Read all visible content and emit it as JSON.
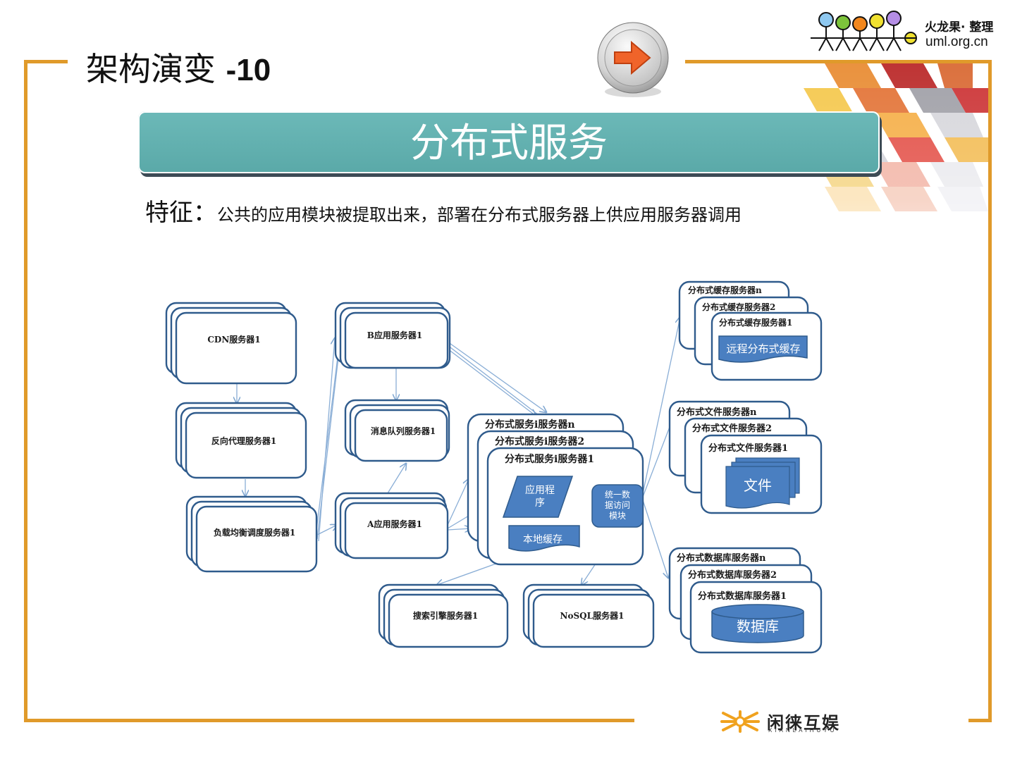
{
  "slide": {
    "title_cn": "架构演变",
    "title_num": "-10",
    "banner": "分布式服务",
    "feature_label": "特征：",
    "feature_text": "公共的应用模块被提取出来，部署在分布式服务器上供应用服务器调用"
  },
  "branding": {
    "logo_text": "火龙果· 整理",
    "logo_url": "uml.org.cn",
    "footer_brand": "闲徕互娱",
    "footer_brand_sub": "XIANLAIHUYU"
  },
  "diagram": {
    "cdn": "CDN服务器1",
    "reverse_proxy": "反向代理服务器1",
    "load_balancer": "负载均衡调度服务器1",
    "app_b": "B应用服务器1",
    "message_queue": "消息队列服务器1",
    "app_a": "A应用服务器1",
    "search_engine": "搜索引擎服务器1",
    "nosql": "NoSQL服务器1",
    "dist_service_n": "分布式服务i服务器n",
    "dist_service_2": "分布式服务i服务器2",
    "dist_service_1": "分布式服务i服务器1",
    "app_program": "应用程序",
    "local_cache": "本地缓存",
    "unified_data_access": "统一数据访问模块",
    "cache_n": "分布式缓存服务器n",
    "cache_2": "分布式缓存服务器2",
    "cache_1": "分布式缓存服务器1",
    "remote_cache": "远程分布式缓存",
    "file_n": "分布式文件服务器n",
    "file_2": "分布式文件服务器2",
    "file_1": "分布式文件服务器1",
    "file": "文件",
    "db_n": "分布式数据库服务器n",
    "db_2": "分布式数据库服务器2",
    "db_1": "分布式数据库服务器1",
    "database": "数据库"
  },
  "colors": {
    "frame": "#e09a2a",
    "banner": "#5fb0af",
    "box_stroke": "#2f5b8c",
    "box_fill": "#4a7fc1",
    "arrow": "#7fa6d0"
  }
}
